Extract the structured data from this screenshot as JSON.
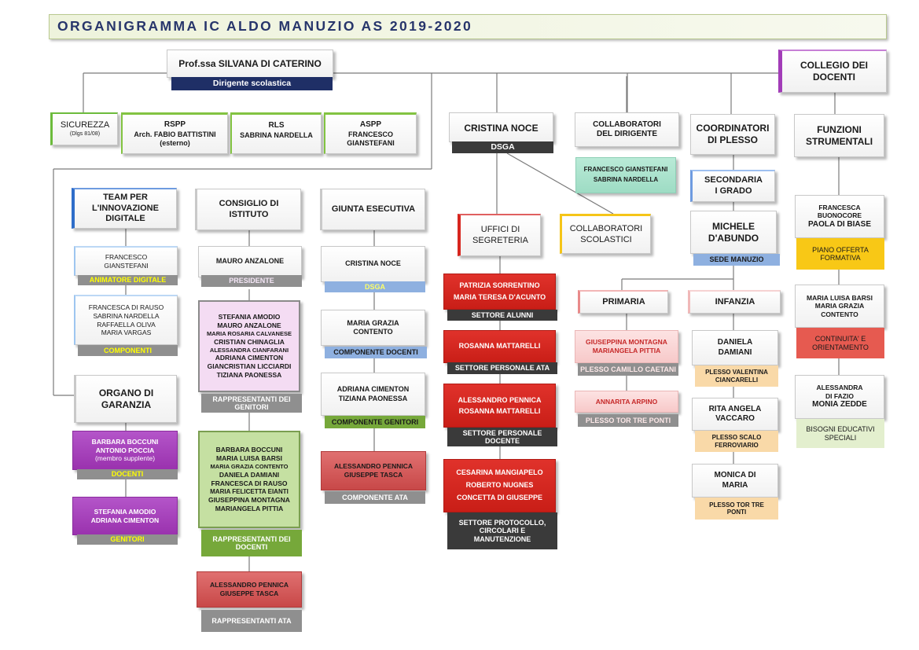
{
  "title": "ORGANIGRAMMA IC ALDO MANUZIO AS 2019-2020",
  "colors": {
    "title_text": "#27356b",
    "red_box": "#d7261e",
    "purple_box": "#a23cb8",
    "navy_label": "#1f2f66"
  },
  "dirigente": {
    "name": "Prof.ssa SILVANA DI CATERINO",
    "role": "Dirigente scolastica"
  },
  "collegio": {
    "lines": [
      "COLLEGIO DEI",
      "DOCENTI"
    ]
  },
  "sicurezza": {
    "title": "SICUREZZA",
    "sub": "(Dlgs 81/08)"
  },
  "rspp": {
    "title": "RSPP",
    "lines": [
      "Arch. FABIO BATTISTINI",
      "(esterno)"
    ]
  },
  "rls": {
    "title": "RLS",
    "lines": [
      "SABRINA NARDELLA"
    ]
  },
  "aspp": {
    "title": "ASPP",
    "lines": [
      "FRANCESCO",
      "GIANSTEFANI"
    ]
  },
  "team": {
    "title": [
      "TEAM PER",
      "L'INNOVAZIONE",
      "DIGITALE"
    ],
    "animatore": {
      "names": [
        "FRANCESCO",
        "GIANSTEFANI"
      ],
      "label": "ANIMATORE DIGITALE"
    },
    "componenti": {
      "names": [
        "FRANCESCA DI RAUSO",
        "SABRINA NARDELLA",
        "RAFFAELLA OLIVA",
        "MARIA VARGAS"
      ],
      "label": "COMPONENTI"
    }
  },
  "organo": {
    "title": [
      "ORGANO DI",
      "GARANZIA"
    ],
    "docenti": {
      "names": [
        "BARBARA BOCCUNI",
        "ANTONIO POCCIA",
        "(membro supplente)"
      ],
      "label": "DOCENTI"
    },
    "genitori": {
      "names": [
        "STEFANIA AMODIO",
        "ADRIANA CIMENTON"
      ],
      "label": "GENITORI"
    }
  },
  "consiglio": {
    "title": [
      "CONSIGLIO DI",
      "ISTITUTO"
    ],
    "presidente": {
      "name": "MAURO ANZALONE",
      "label": "PRESIDENTE"
    },
    "genitori": {
      "names": [
        "STEFANIA AMODIO",
        "MAURO ANZALONE",
        "MARIA ROSARIA CALVANESE",
        "CRISTIAN CHINAGLIA",
        "ALESSANDRA CIANFARANI",
        "ADRIANA CIMENTON",
        "GIANCRISTIAN LICCIARDI",
        "TIZIANA PAONESSA"
      ],
      "label": [
        "RAPPRESENTANTI DEI",
        "GENITORI"
      ]
    },
    "docenti": {
      "names": [
        "BARBARA BOCCUNI",
        "MARIA LUISA BARSI",
        "MARIA GRAZIA CONTENTO",
        "DANIELA DAMIANI",
        "FRANCESCA DI RAUSO",
        "MARIA FELICETTA EIANTI",
        "GIUSEPPINA MONTAGNA",
        "MARIANGELA PITTIA"
      ],
      "label": [
        "RAPPRESENTANTI DEI",
        "DOCENTI"
      ]
    },
    "ata": {
      "names": [
        "ALESSANDRO PENNICA",
        "GIUSEPPE TASCA"
      ],
      "label": "RAPPRESENTANTI ATA"
    }
  },
  "giunta": {
    "title": "GIUNTA ESECUTIVA",
    "dsga": {
      "name": "CRISTINA NOCE",
      "label": "DSGA"
    },
    "docenti": {
      "names": [
        "MARIA GRAZIA",
        "CONTENTO"
      ],
      "label": "COMPONENTE DOCENTI"
    },
    "genitori": {
      "names": [
        "ADRIANA CIMENTON",
        "TIZIANA PAONESSA"
      ],
      "label": "COMPONENTE GENITORI"
    },
    "ata": {
      "names": [
        "ALESSANDRO PENNICA",
        "GIUSEPPE TASCA"
      ],
      "label": "COMPONENTE ATA"
    }
  },
  "dsga": {
    "name": "CRISTINA NOCE",
    "role": "DSGA"
  },
  "uffici": {
    "title": [
      "UFFICI DI",
      "SEGRETERIA"
    ],
    "alunni": {
      "names": [
        "PATRIZIA SORRENTINO",
        "MARIA TERESA D'ACUNTO"
      ],
      "label": "SETTORE ALUNNI"
    },
    "ata": {
      "names": [
        "ROSANNA MATTARELLI"
      ],
      "label": "SETTORE PERSONALE ATA"
    },
    "docente": {
      "names": [
        "ALESSANDRO PENNICA",
        "ROSANNA MATTARELLI"
      ],
      "label": [
        "SETTORE PERSONALE",
        "DOCENTE"
      ]
    },
    "protocollo": {
      "names": [
        "CESARINA MANGIAPELO",
        "ROBERTO NUGNES",
        "CONCETTA DI GIUSEPPE"
      ],
      "label": [
        "SETTORE PROTOCOLLO,",
        "CIRCOLARI E",
        "MANUTENZIONE"
      ]
    }
  },
  "collab_scolastici": {
    "lines": [
      "COLLABORATORI",
      "SCOLASTICI"
    ]
  },
  "collab_dirigente": {
    "title": [
      "COLLABORATORI",
      "DEL DIRIGENTE"
    ],
    "names": [
      "FRANCESCO GIANSTEFANI",
      "SABRINA NARDELLA"
    ]
  },
  "coordinatori": {
    "title": [
      "COORDINATORI",
      "DI PLESSO"
    ],
    "secondaria": [
      "SECONDARIA",
      "I GRADO"
    ],
    "michele": {
      "name": [
        "MICHELE",
        "D'ABUNDO"
      ],
      "label": "SEDE MANUZIO"
    }
  },
  "primaria": {
    "title": "PRIMARIA",
    "caetani": {
      "names": [
        "GIUSEPPINA MONTAGNA",
        "MARIANGELA PITTIA"
      ],
      "label": "PLESSO CAMILLO CAETANI"
    },
    "tor": {
      "names": [
        "ANNARITA ARPINO"
      ],
      "label": "PLESSO TOR TRE PONTI"
    }
  },
  "infanzia": {
    "title": "INFANZIA",
    "valentina": {
      "name": [
        "DANIELA",
        "DAMIANI"
      ],
      "label": [
        "PLESSO VALENTINA",
        "CIANCARELLI"
      ]
    },
    "scalo": {
      "name": [
        "RITA ANGELA",
        "VACCARO"
      ],
      "label": [
        "PLESSO SCALO",
        "FERROVIARIO"
      ]
    },
    "tor": {
      "name": [
        "MONICA DI",
        "MARIA"
      ],
      "label": [
        "PLESSO TOR TRE",
        "PONTI"
      ]
    }
  },
  "funzioni": {
    "title": [
      "FUNZIONI",
      "STRUMENTALI"
    ],
    "pof": {
      "names": [
        "FRANCESCA",
        "BUONOCORE",
        "PAOLA DI BIASE"
      ],
      "label": [
        "PIANO OFFERTA",
        "FORMATIVA"
      ]
    },
    "continuita": {
      "names": [
        "MARIA LUISA BARSI",
        "MARIA GRAZIA",
        "CONTENTO"
      ],
      "label": [
        "CONTINUITA' E",
        "ORIENTAMENTO"
      ]
    },
    "bisogni": {
      "names": [
        "ALESSANDRA",
        "DI FAZIO",
        "MONIA ZEDDE"
      ],
      "label": [
        "BISOGNI EDUCATIVI",
        "SPECIALI"
      ]
    }
  }
}
